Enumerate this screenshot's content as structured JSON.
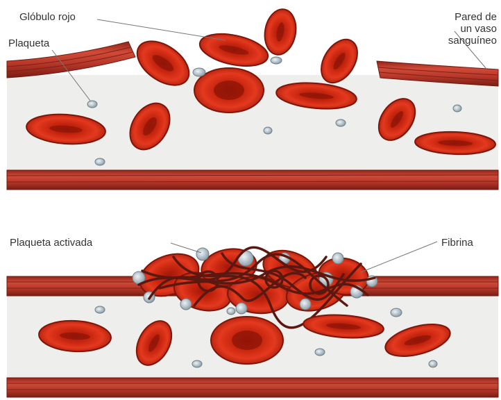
{
  "labels": {
    "globulo_rojo": "Glóbulo rojo",
    "plaqueta": "Plaqueta",
    "pared_line1": "Pared de",
    "pared_line2": "un vaso",
    "pared_line3": "sanguíneo",
    "plaqueta_activada": "Plaqueta activada",
    "fibrina": "Fibrina"
  },
  "colors": {
    "vessel_wall": "#c0392b",
    "vessel_wall_dark": "#7b1b12",
    "lumen": "#eeeeec",
    "red_cell": "#d8301c",
    "red_cell_dark": "#9c1a0c",
    "platelet": "#b9c7cf",
    "fibrin": "#5a1810"
  },
  "icons": {
    "red_cell": "red-blood-cell-icon",
    "platelet": "platelet-icon",
    "fibrin": "fibrin-mesh-icon"
  }
}
